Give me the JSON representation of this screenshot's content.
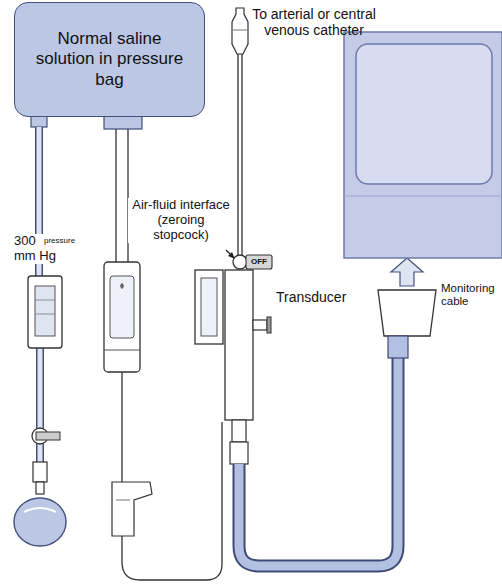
{
  "diagram": {
    "nodes": [
      {
        "text": [
          "Normal saline solution in pressure bag"
        ]
      }
    ],
    "labels": [
      "To arterial or central venous catheter",
      "300 mm Hg",
      "pressure",
      "Air-fluid interface (zeroing stopcock)",
      "OFF",
      "Transducer",
      "Monitoring cable"
    ]
  }
}
